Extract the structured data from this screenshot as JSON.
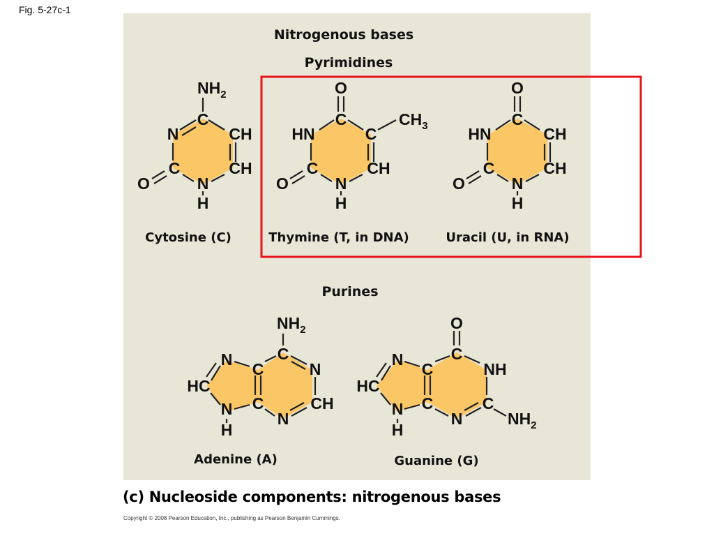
{
  "figure_label": "Fig. 5-27c-1",
  "heading": "Nitrogenous bases",
  "pyrimidines_label": "Pyrimidines",
  "purines_label": "Purines",
  "molecules": {
    "cytosine": {
      "name": "Cytosine (C)"
    },
    "thymine": {
      "name": "Thymine (T, in DNA)"
    },
    "uracil": {
      "name": "Uracil (U, in RNA)"
    },
    "adenine": {
      "name": "Adenine (A)"
    },
    "guanine": {
      "name": "Guanine (G)"
    }
  },
  "atoms": {
    "n": "N",
    "c": "C",
    "o": "O",
    "h": "H",
    "nh": "NH",
    "hn": "HN",
    "ch": "CH",
    "hc": "HC",
    "nh2": "NH",
    "ch3": "CH",
    "sub2": "2",
    "sub3": "3"
  },
  "caption": "(c) Nucleoside components: nitrogenous bases",
  "copyright": "Copyright © 2008 Pearson Education, Inc., publishing as Pearson Benjamin Cummings.",
  "colors": {
    "panel": "#e8e6d7",
    "ring": "#fbc766",
    "highlight_box": "#e8141b"
  }
}
